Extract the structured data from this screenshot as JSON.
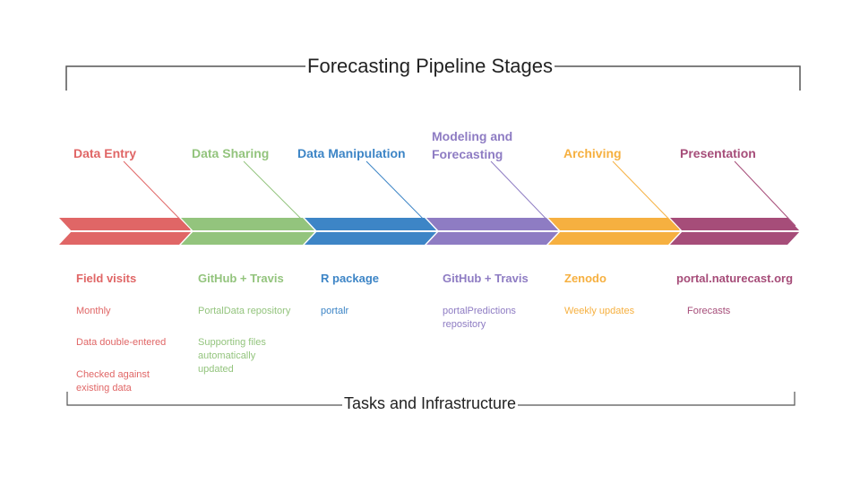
{
  "title": "Forecasting Pipeline Stages",
  "subtitle": "Tasks and Infrastructure",
  "stages": [
    {
      "name": "Data Entry",
      "color": "#e06666",
      "task": "Field visits",
      "details": [
        "Monthly",
        "Data double-entered",
        "Checked against existing data"
      ]
    },
    {
      "name": "Data Sharing",
      "color": "#93c47d",
      "task": "GitHub + Travis",
      "details": [
        "PortalData repository",
        "Supporting files automatically updated"
      ]
    },
    {
      "name": "Data Manipulation",
      "color": "#3d85c6",
      "task": "R package",
      "details": [
        "portalr"
      ]
    },
    {
      "name": "Modeling and Forecasting",
      "color": "#8e7cc3",
      "task": "GitHub + Travis",
      "details": [
        "portalPredictions repository"
      ]
    },
    {
      "name": "Archiving",
      "color": "#f6b040",
      "task": "Zenodo",
      "details": [
        "Weekly updates"
      ]
    },
    {
      "name": "Presentation",
      "color": "#a64d79",
      "task": "portal.naturecast.org",
      "details": [
        "Forecasts"
      ]
    }
  ]
}
